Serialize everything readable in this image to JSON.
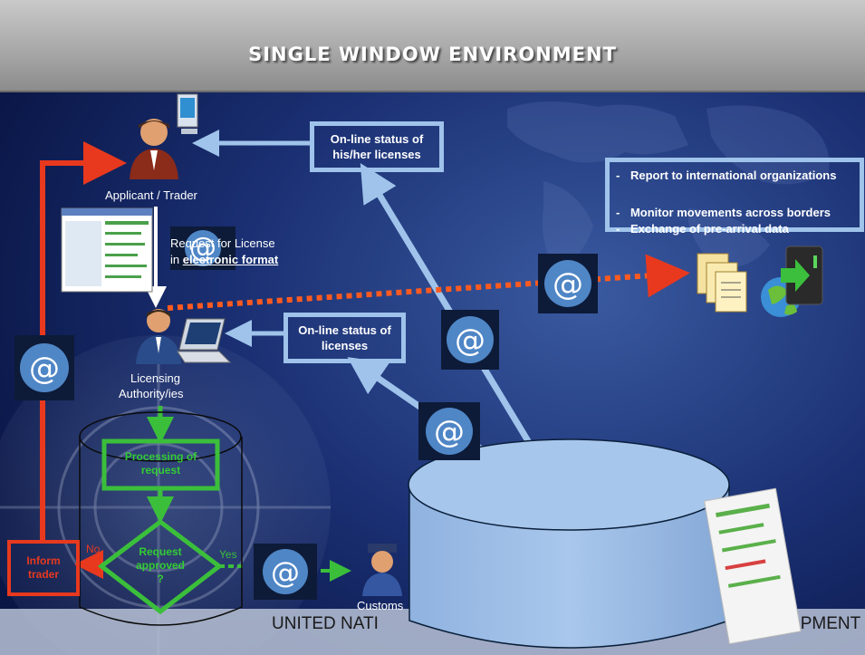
{
  "title": "SINGLE WINDOW ENVIRONMENT",
  "nodes": {
    "applicant": "Applicant / Trader",
    "licensing_line1": "Licensing",
    "licensing_line2": "Authority/ies",
    "customs": "Customs"
  },
  "request": {
    "line1": "Request for License",
    "line2_prefix": "in ",
    "line2_link": "electronic format"
  },
  "status_top": {
    "line1": "On-line status of",
    "line2": "his/her licenses"
  },
  "status_mid": {
    "line1": "On-line status of",
    "line2": "licenses"
  },
  "report_items": [
    "Report to international organizations",
    "Monitor movements across borders",
    "Exchange of pre-arrival data"
  ],
  "process": {
    "processing_line1": "Processing of",
    "processing_line2": "request",
    "decision_line1": "Request",
    "decision_line2": "approved",
    "decision_line3": "?",
    "yes": "Yes",
    "no": "No",
    "inform_line1": "Inform",
    "inform_line2": "trader"
  },
  "footer_left": "UNITED NATI",
  "footer_right": "VELOPMENT",
  "icons": [
    "at-sign-icon",
    "person-icon",
    "computer-icon",
    "documents-icon",
    "server-icon",
    "globe-icon",
    "database-icon",
    "customs-officer-icon"
  ],
  "colors": {
    "accent_blue": "#9fc3ea",
    "red": "#e8391e",
    "green": "#3bbf3b",
    "title_bar": "#a9a9a9"
  }
}
